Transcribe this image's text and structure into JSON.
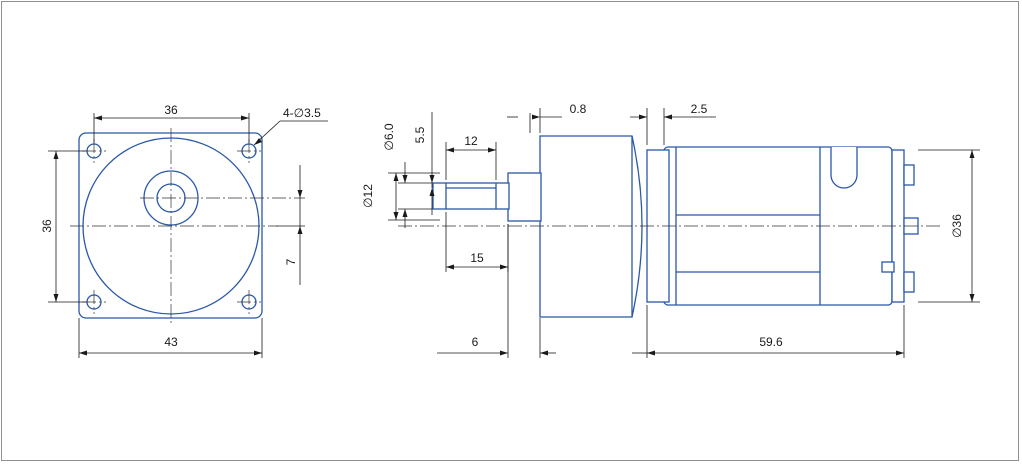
{
  "front_view": {
    "width_top": "36",
    "hole_callout": "4-∅3.5",
    "height_left": "36",
    "width_bottom": "43",
    "shaft_offset": "7"
  },
  "side_view": {
    "shaft_dia": "∅6.0",
    "flat_depth": "5.5",
    "flat_length": "12",
    "boss_dia": "∅12",
    "shaft_length": "15",
    "gap_1": "0.8",
    "gap_2": "2.5",
    "motor_dia": "∅36",
    "boss_length": "6",
    "motor_length": "59.6"
  },
  "colors": {
    "outline": "#2a58a8",
    "dimension": "#1a1a1a",
    "frame": "#8f8f8f"
  }
}
